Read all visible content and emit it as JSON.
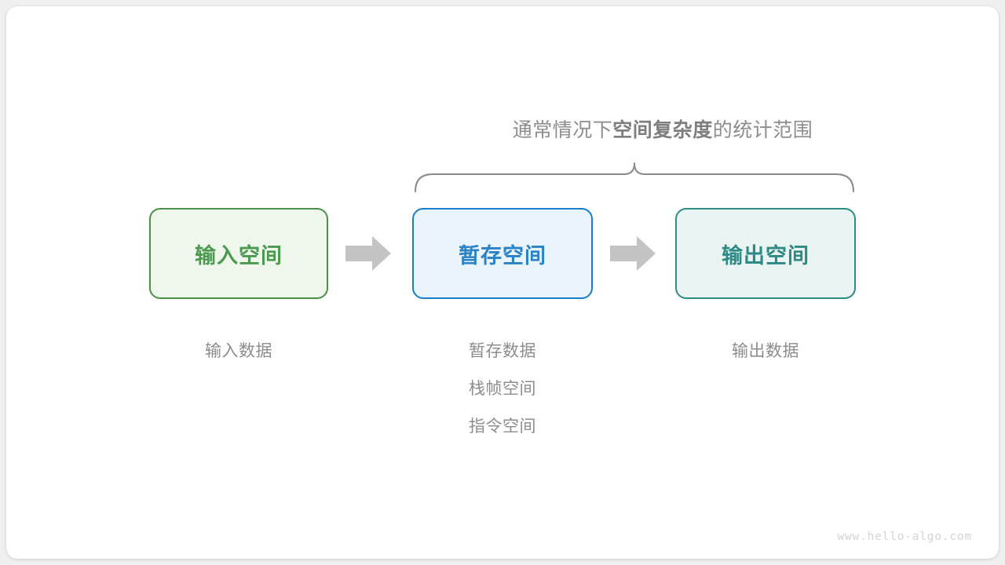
{
  "diagram": {
    "title": {
      "prefix": "通常情况下",
      "emphasis": "空间复杂度",
      "suffix": "的统计范围"
    },
    "boxes": [
      {
        "label": "输入空间",
        "border_color": "#4a9247",
        "fill_color": "#eff6ec",
        "text_color": "#4a9a50"
      },
      {
        "label": "暂存空间",
        "border_color": "#1b7ec9",
        "fill_color": "#e9f4fd",
        "text_color": "#2a82c8"
      },
      {
        "label": "输出空间",
        "border_color": "#2e8b85",
        "fill_color": "#eaf4f2",
        "text_color": "#2d8a84"
      }
    ],
    "arrows": [
      {
        "name": "arrow-input-to-buffer",
        "color": "#c4c4c4"
      },
      {
        "name": "arrow-buffer-to-output",
        "color": "#c4c4c4"
      }
    ],
    "captions": {
      "input": [
        "输入数据"
      ],
      "buffer": [
        "暂存数据",
        "栈帧空间",
        "指令空间"
      ],
      "output": [
        "输出数据"
      ]
    },
    "brace": {
      "color": "#8a8a8a",
      "spans": [
        "暂存空间",
        "输出空间"
      ]
    },
    "watermark": "www.hello-algo.com",
    "colors": {
      "background": "#f0f0f0",
      "card": "#ffffff",
      "muted_text": "#8d8d8d",
      "watermark_text": "#d4d4d4"
    }
  }
}
